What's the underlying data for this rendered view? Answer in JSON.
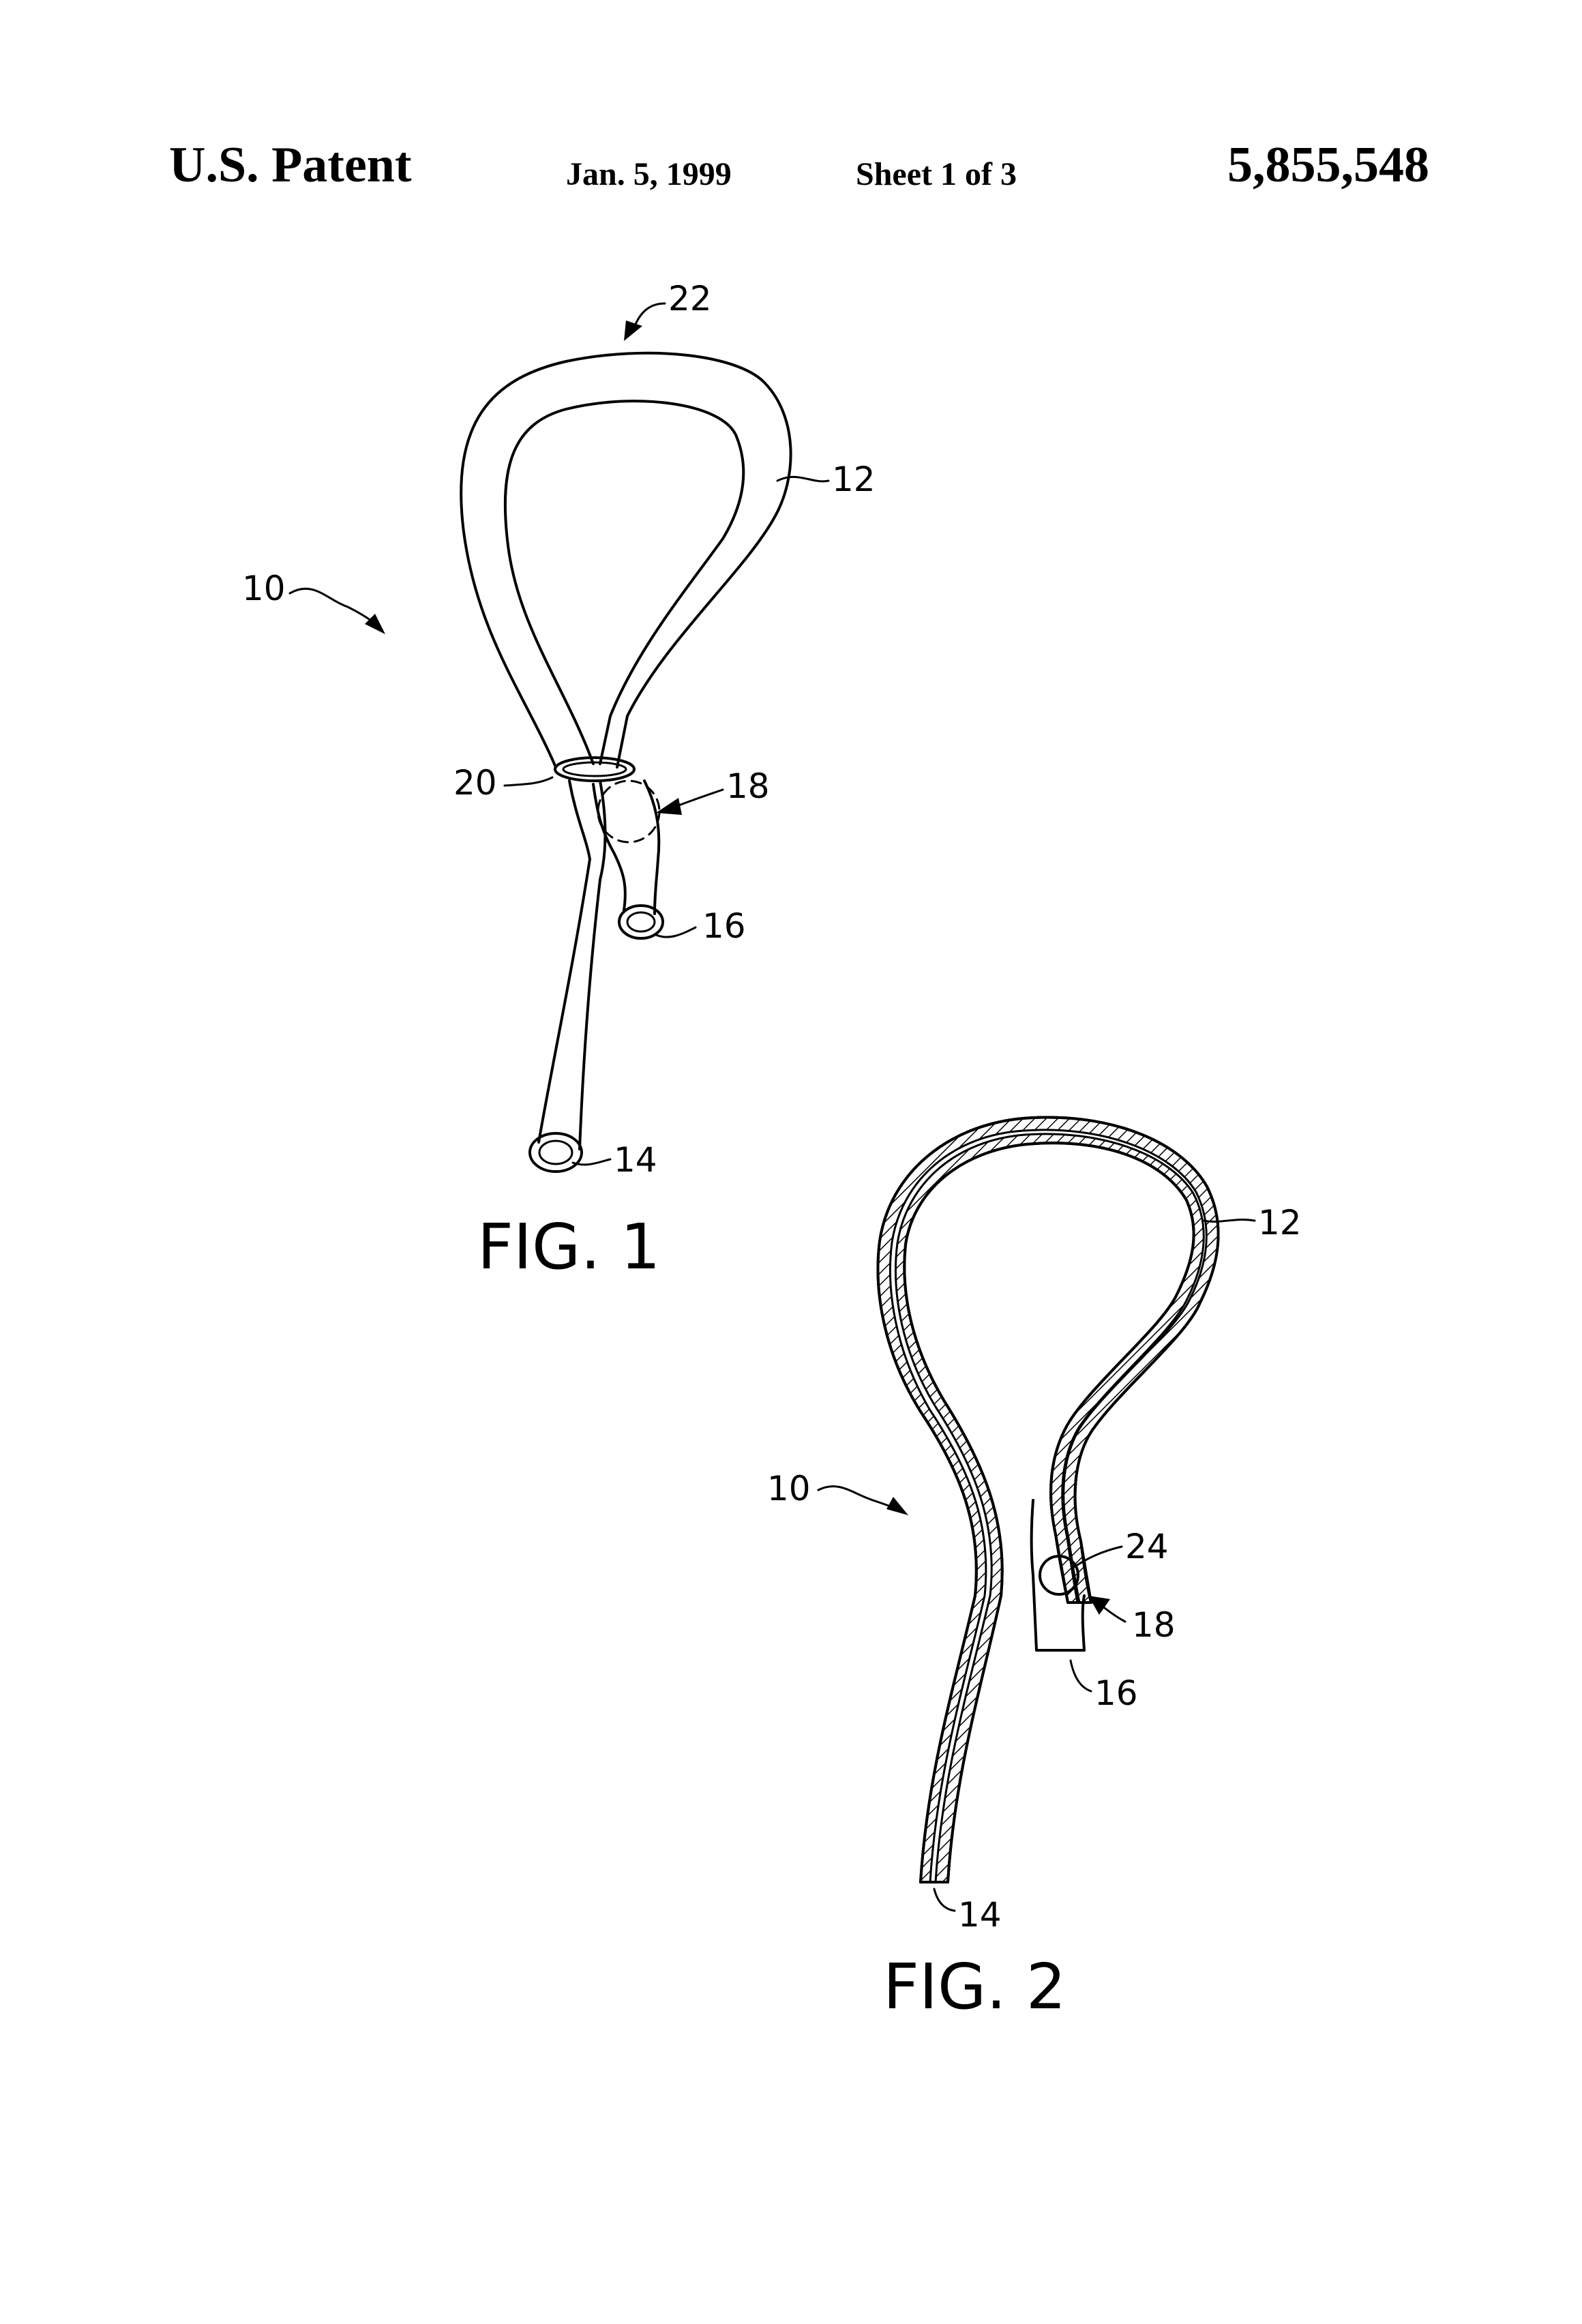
{
  "header": {
    "title": "U.S. Patent",
    "date": "Jan. 5, 1999",
    "sheet": "Sheet 1 of 3",
    "patent_number": "5,855,548"
  },
  "figure1": {
    "label": "FIG. 1",
    "refs": {
      "r10": "10",
      "r12": "12",
      "r14": "14",
      "r16": "16",
      "r18": "18",
      "r20": "20",
      "r22": "22"
    }
  },
  "figure2": {
    "label": "FIG. 2",
    "refs": {
      "r10": "10",
      "r12": "12",
      "r14": "14",
      "r16": "16",
      "r18": "18",
      "r24": "24"
    }
  }
}
